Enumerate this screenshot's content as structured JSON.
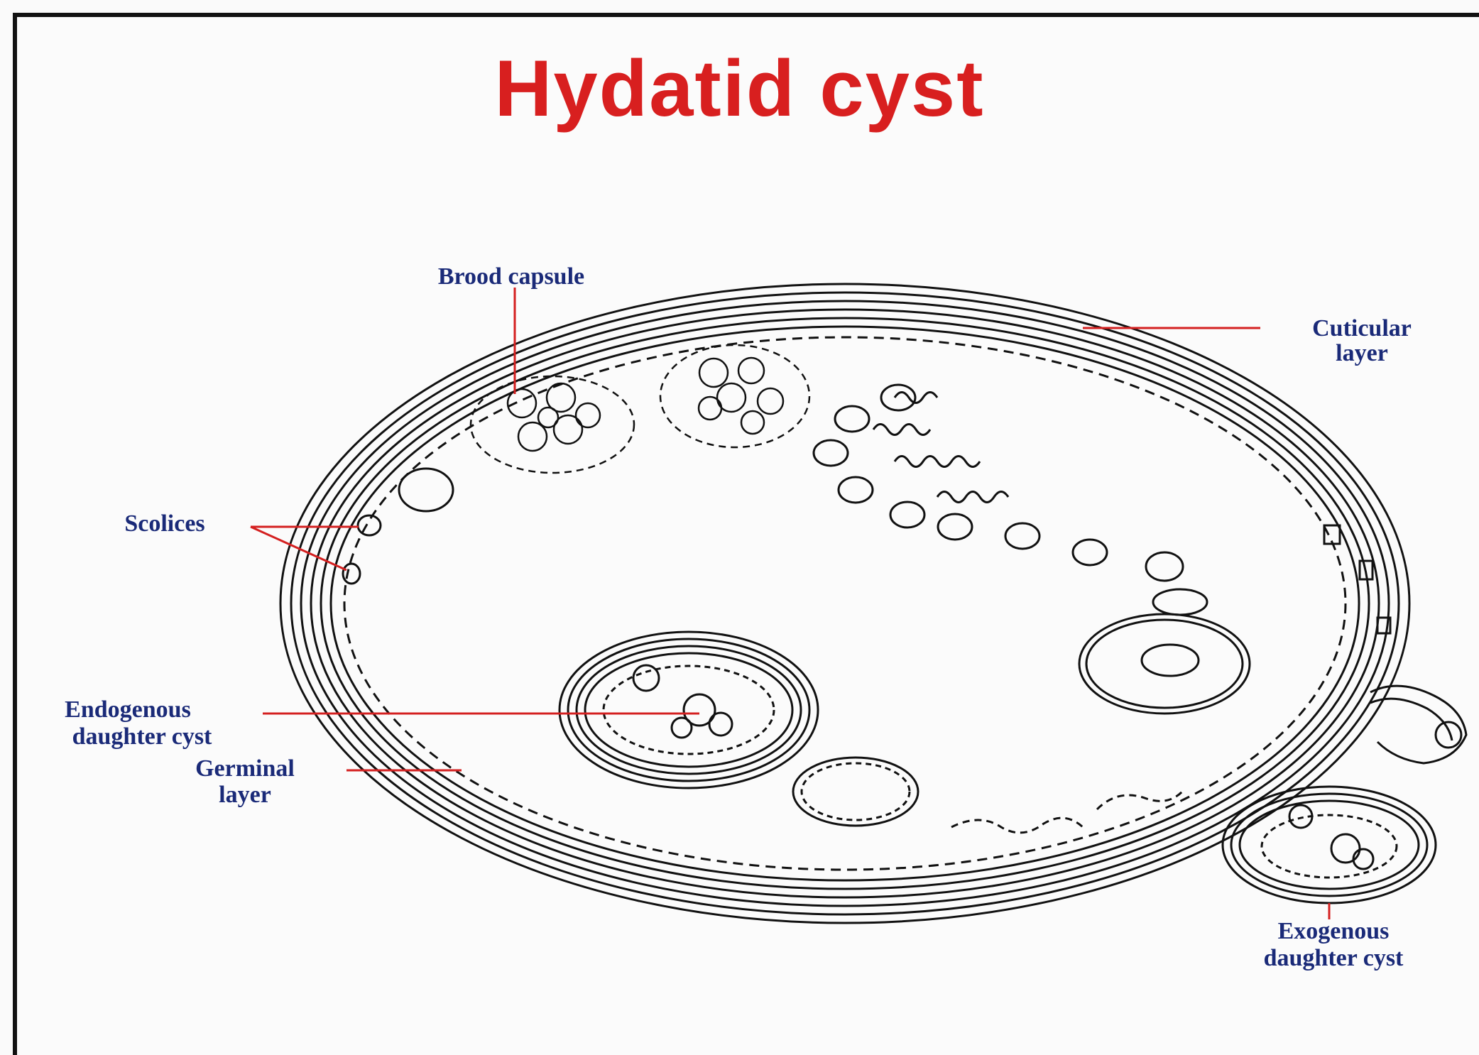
{
  "title": "Hydatid cyst",
  "colors": {
    "title": "#d81f1f",
    "label_text": "#1a2a78",
    "leader_line": "#d42020",
    "drawing_ink": "#111111"
  },
  "labels": {
    "brood_capsule": "Brood capsule",
    "cuticular_layer": [
      "Cuticular",
      "layer"
    ],
    "scolices": "Scolices",
    "endogenous_daughter_cyst": [
      "Endogenous",
      "daughter cyst"
    ],
    "germinal_layer": [
      "Germinal",
      "layer"
    ],
    "exogenous_daughter_cyst": [
      "Exogenous",
      "daughter cyst"
    ]
  }
}
